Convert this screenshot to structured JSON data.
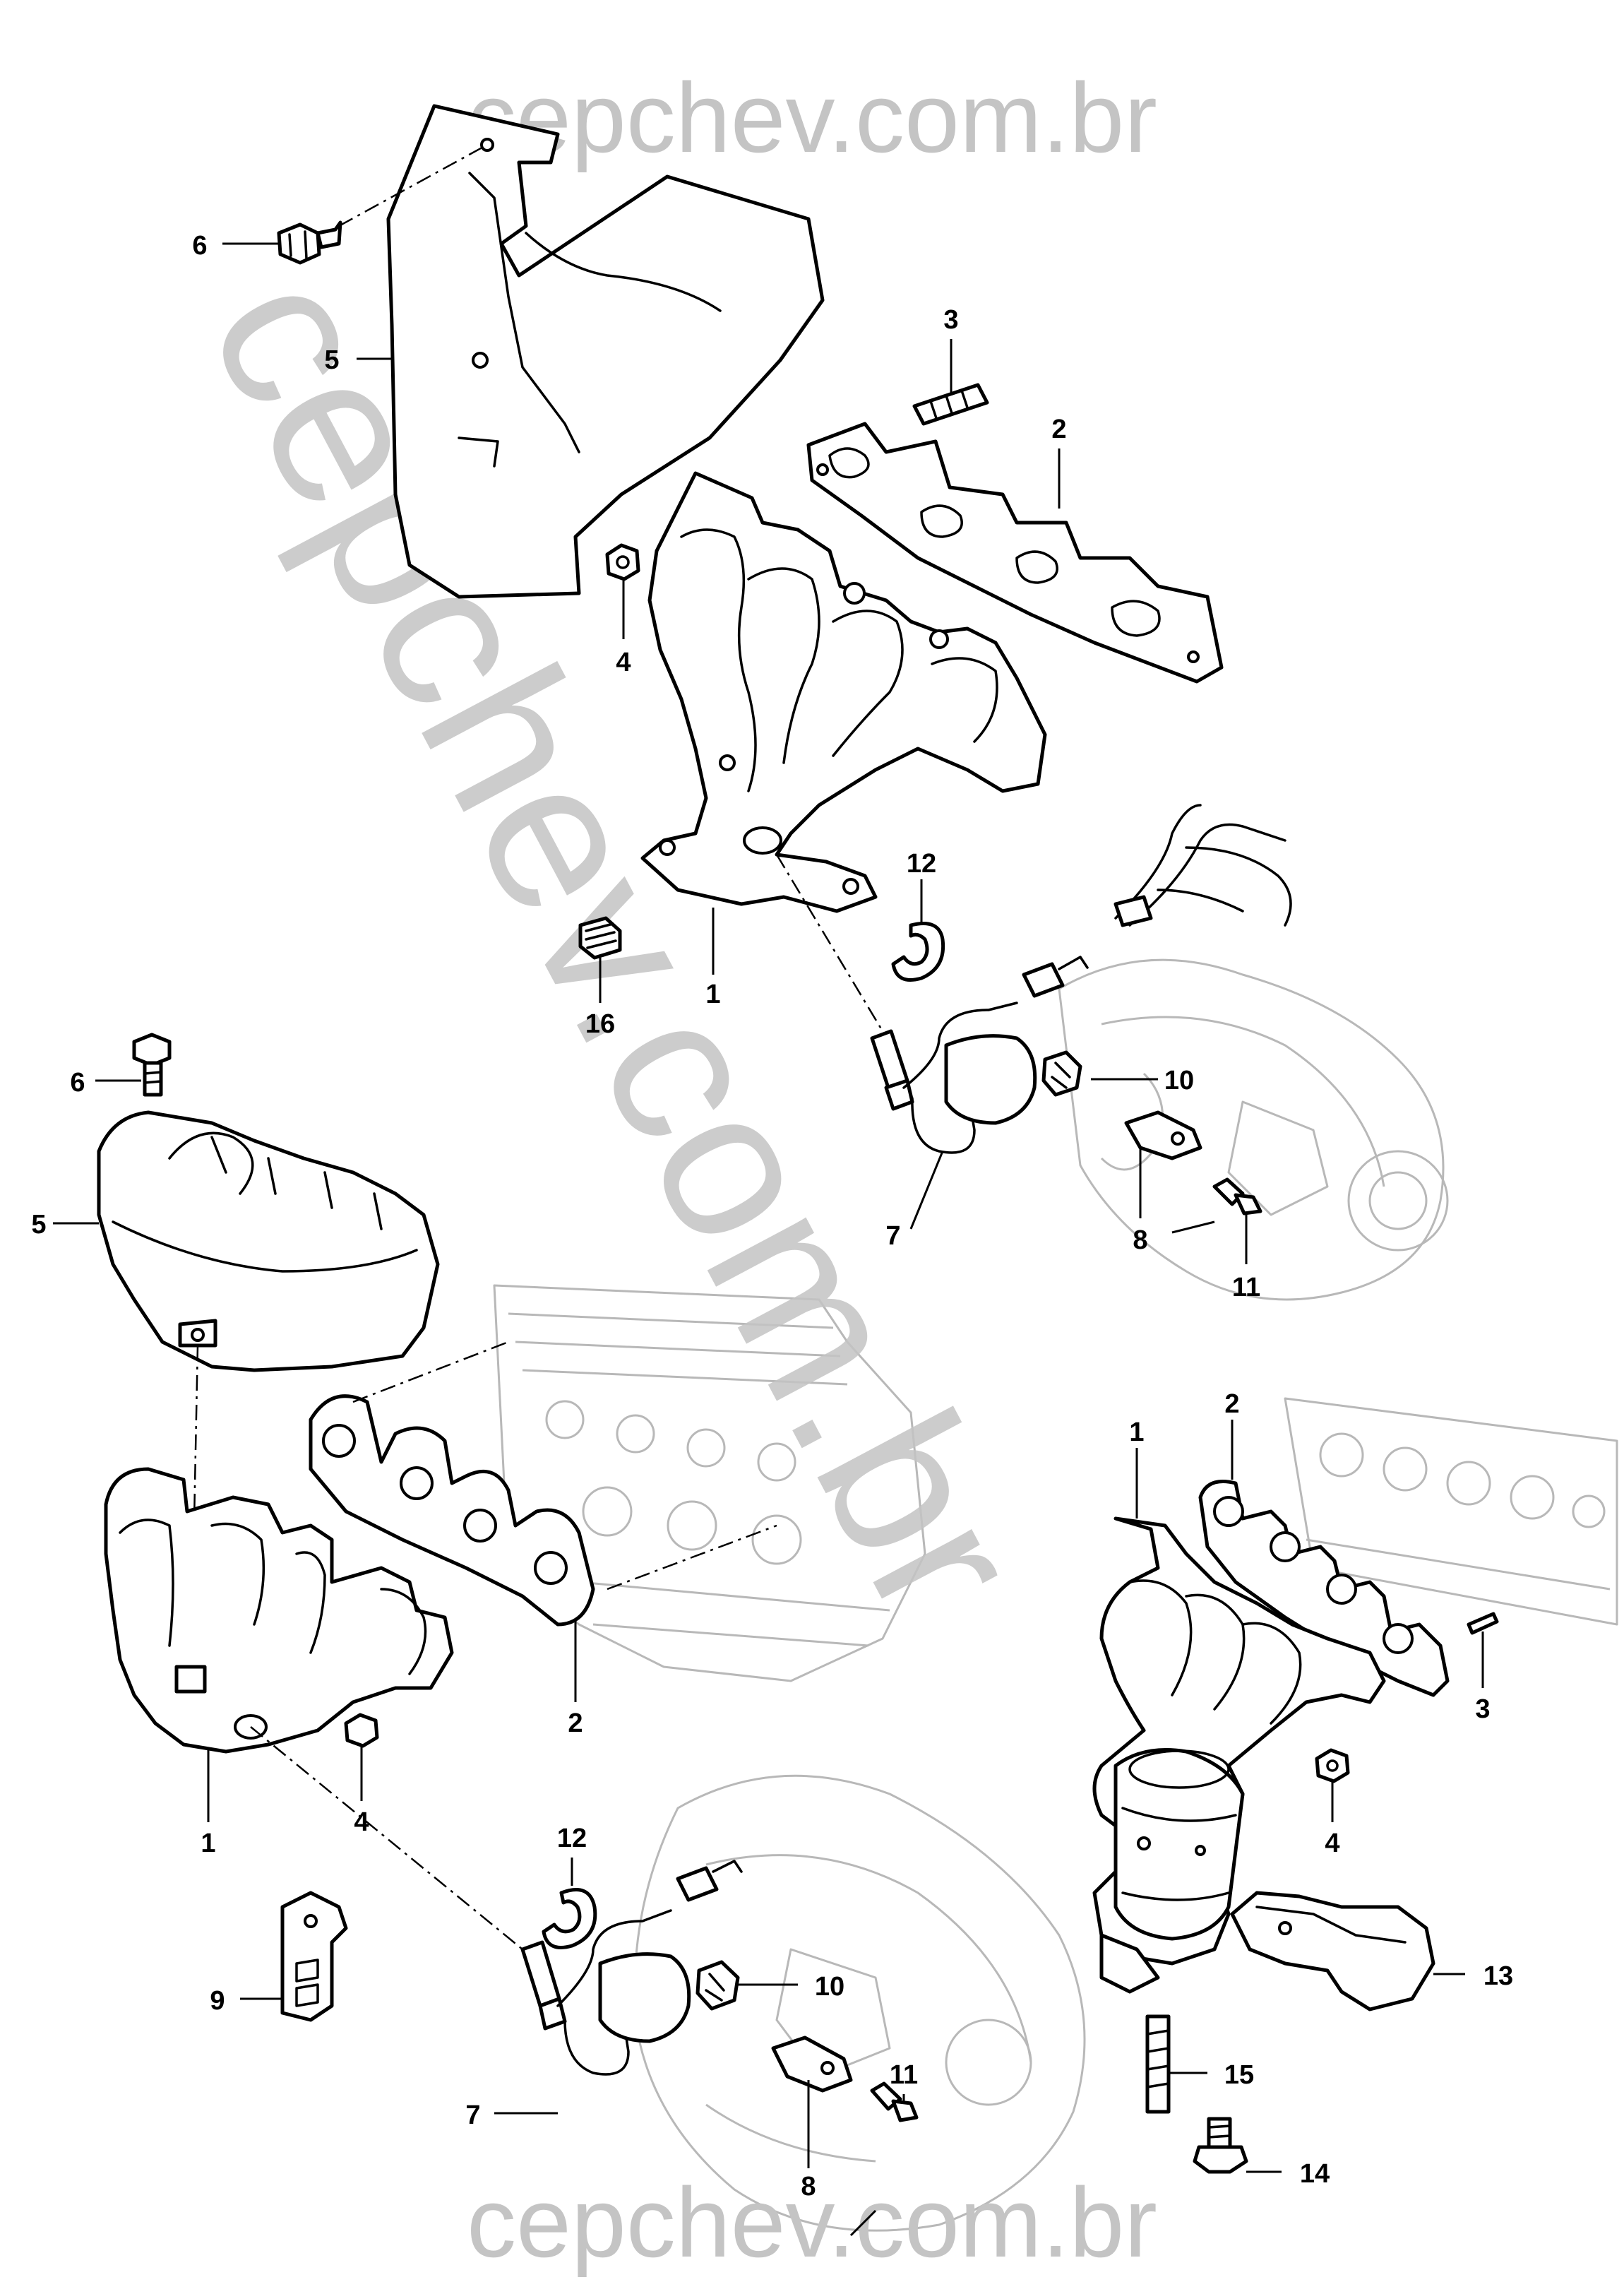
{
  "watermark": {
    "top": "cepchev.com.br",
    "bottom": "cepchev.com.br",
    "diagonal": "cepchev.com.br"
  },
  "callouts": [
    {
      "id": "c-6-top",
      "label": "6"
    },
    {
      "id": "c-5-top",
      "label": "5"
    },
    {
      "id": "c-3-top",
      "label": "3"
    },
    {
      "id": "c-2-top",
      "label": "2"
    },
    {
      "id": "c-4-top",
      "label": "4"
    },
    {
      "id": "c-12-top",
      "label": "12"
    },
    {
      "id": "c-16-top",
      "label": "16"
    },
    {
      "id": "c-1-top",
      "label": "1"
    },
    {
      "id": "c-6-mid",
      "label": "6"
    },
    {
      "id": "c-10-top",
      "label": "10"
    },
    {
      "id": "c-5-mid",
      "label": "5"
    },
    {
      "id": "c-7-top",
      "label": "7"
    },
    {
      "id": "c-8-top",
      "label": "8"
    },
    {
      "id": "c-11-top",
      "label": "11"
    },
    {
      "id": "c-1-right",
      "label": "1"
    },
    {
      "id": "c-2-right",
      "label": "2"
    },
    {
      "id": "c-3-right",
      "label": "3"
    },
    {
      "id": "c-2-left",
      "label": "2"
    },
    {
      "id": "c-4-left",
      "label": "4"
    },
    {
      "id": "c-1-left",
      "label": "1"
    },
    {
      "id": "c-4-right",
      "label": "4"
    },
    {
      "id": "c-12-bot",
      "label": "12"
    },
    {
      "id": "c-13",
      "label": "13"
    },
    {
      "id": "c-9",
      "label": "9"
    },
    {
      "id": "c-10-bot",
      "label": "10"
    },
    {
      "id": "c-15",
      "label": "15"
    },
    {
      "id": "c-11-bot",
      "label": "11"
    },
    {
      "id": "c-7-bot",
      "label": "7"
    },
    {
      "id": "c-14",
      "label": "14"
    },
    {
      "id": "c-8-bot",
      "label": "8"
    }
  ]
}
